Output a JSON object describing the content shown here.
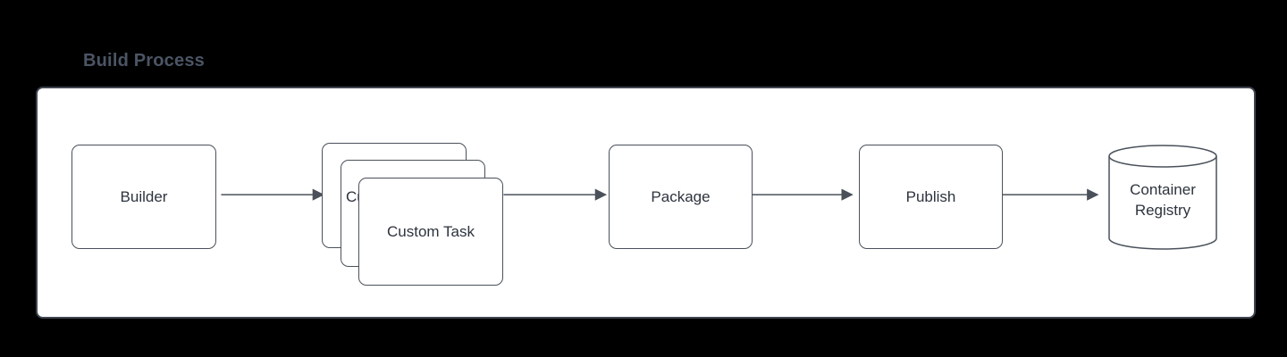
{
  "title": "Build Process",
  "diagram": {
    "nodes": [
      {
        "id": "builder",
        "label": "Builder",
        "shape": "rounded-box"
      },
      {
        "id": "custom-task",
        "label": "Custom Task",
        "shape": "stacked-cards"
      },
      {
        "id": "package",
        "label": "Package",
        "shape": "rounded-box"
      },
      {
        "id": "publish",
        "label": "Publish",
        "shape": "rounded-box"
      },
      {
        "id": "container-registry",
        "label": "Container Registry",
        "shape": "cylinder"
      }
    ],
    "edges": [
      {
        "from": "builder",
        "to": "custom-task"
      },
      {
        "from": "custom-task",
        "to": "package"
      },
      {
        "from": "package",
        "to": "publish"
      },
      {
        "from": "publish",
        "to": "container-registry"
      }
    ]
  },
  "colors": {
    "background": "#000000",
    "canvas": "#ffffff",
    "stroke": "#4a515b",
    "text": "#2d333d",
    "title": "#4b5564"
  }
}
